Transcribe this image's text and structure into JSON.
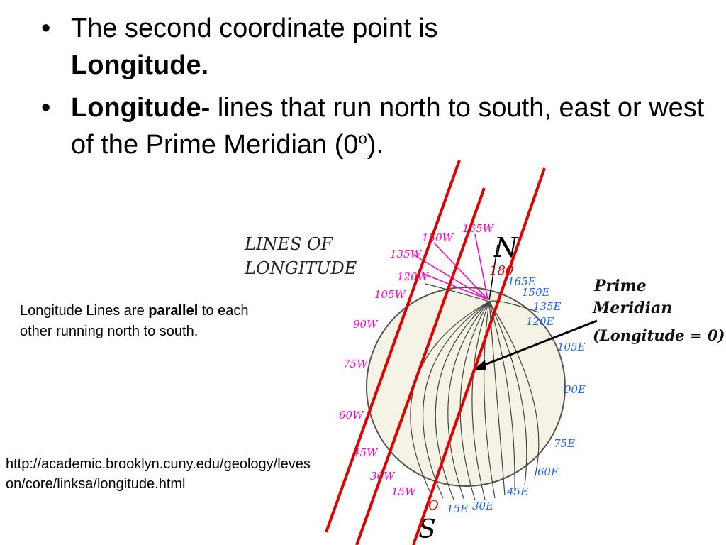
{
  "bullets": [
    {
      "text_before": "The second coordinate point is ",
      "bold": "Longitude.",
      "text_after": ""
    },
    {
      "bold": "Longitude-",
      "text_before": " lines that run north to south, east or west of the Prime Meridian (0",
      "sup": "o",
      "text_after": ")."
    }
  ],
  "note": {
    "prefix": "Longitude Lines are ",
    "bold": "parallel",
    "suffix": " to each other running north to south."
  },
  "source_url": "http://academic.brooklyn.cuny.edu/geology/leveson/core/linksa/longitude.html",
  "figure": {
    "title_line1": "LINES OF",
    "title_line2": "LONGITUDE",
    "north": "N",
    "south": "S",
    "top_180": "180",
    "bottom_0": "O",
    "prime_line1": "Prime",
    "prime_line2": "Meridian",
    "prime_line3": "(Longitude = 0)",
    "west_labels": [
      "165W",
      "150W",
      "135W",
      "120W",
      "105W",
      "90W",
      "75W",
      "60W",
      "45W",
      "30W",
      "15W"
    ],
    "east_labels": [
      "165E",
      "150E",
      "135E",
      "120E",
      "105E",
      "90E",
      "75E",
      "60E",
      "45E",
      "30E",
      "15E"
    ],
    "colors": {
      "west": "#ff00cc",
      "east": "#1a66ff",
      "red_lines": "#e00000",
      "globe_fill": "#f5f3e6"
    }
  }
}
